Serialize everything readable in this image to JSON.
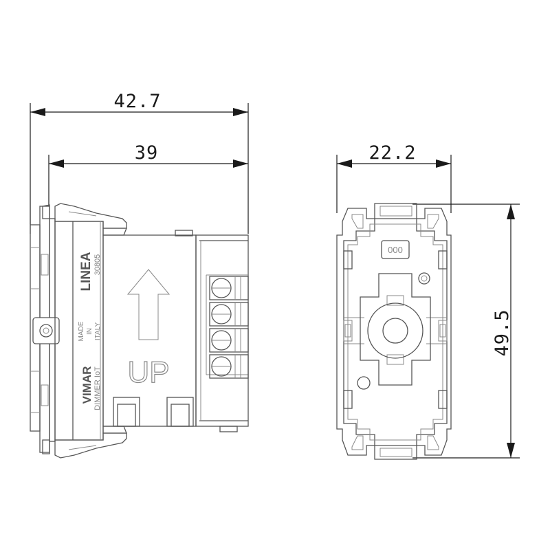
{
  "dimensions": {
    "overall_depth": "42.7",
    "body_depth": "39",
    "width": "22.2",
    "height": "49.5"
  },
  "side_view_markings": {
    "series": "LINEA",
    "code": "30805",
    "brand": "VIMAR",
    "product": "DIMMER IoT",
    "origin_line1": "MADE",
    "origin_line2": "IN",
    "origin_line3": "ITALY",
    "orientation_text": "UP"
  },
  "front_view_markings": {
    "label_box": "000"
  }
}
